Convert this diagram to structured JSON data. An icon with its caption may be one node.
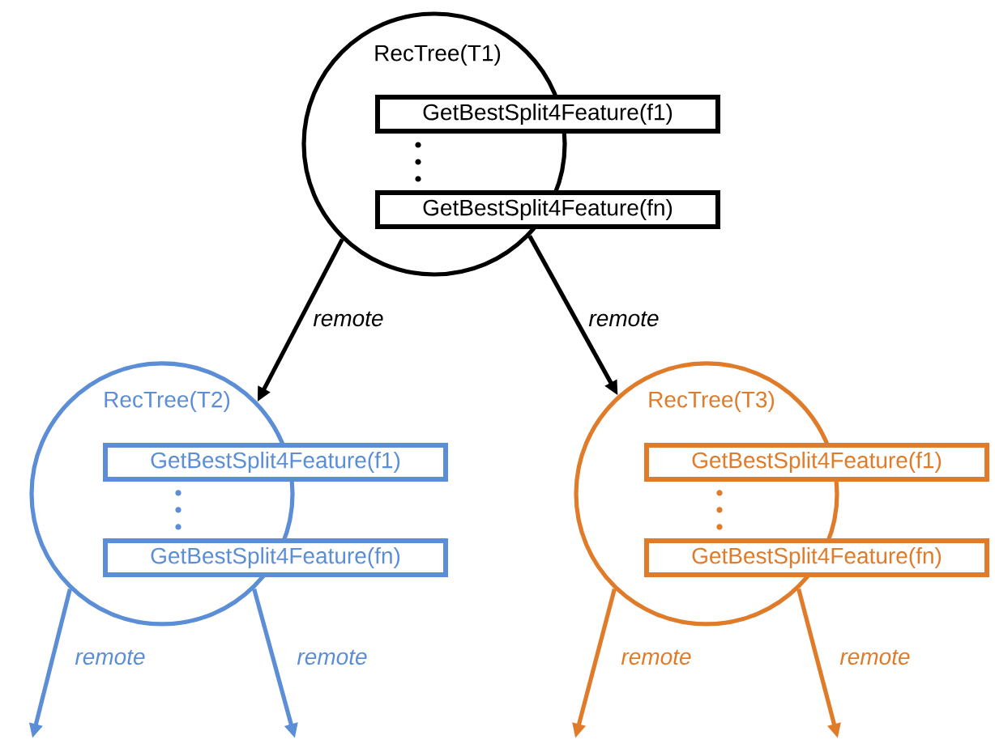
{
  "diagram": {
    "nodes": [
      {
        "text": [
          "RecTree(T1)"
        ]
      },
      {
        "text": [
          "GetBestSplit4Feature(f1)"
        ]
      },
      {
        "text": [
          "GetBestSplit4Feature(fn)"
        ]
      },
      {
        "text": [
          "RecTree(T2)"
        ]
      },
      {
        "text": [
          "GetBestSplit4Feature(f1)"
        ]
      },
      {
        "text": [
          "GetBestSplit4Feature(fn)"
        ]
      },
      {
        "text": [
          "RecTree(T3)"
        ]
      },
      {
        "text": [
          "GetBestSplit4Feature(f1)"
        ]
      },
      {
        "text": [
          "GetBestSplit4Feature(fn)"
        ]
      }
    ],
    "edges": [
      {
        "from": 0,
        "to": 3,
        "arrow": "to",
        "label": "remote",
        "color": "#000000"
      },
      {
        "from": 0,
        "to": 6,
        "arrow": "to",
        "label": "remote",
        "color": "#000000"
      },
      {
        "from": 3,
        "to": null,
        "arrow": "to",
        "label": "remote",
        "color": "#5b8ed6"
      },
      {
        "from": 3,
        "to": null,
        "arrow": "to",
        "label": "remote",
        "color": "#5b8ed6"
      },
      {
        "from": 6,
        "to": null,
        "arrow": "to",
        "label": "remote",
        "color": "#e07b2a"
      },
      {
        "from": 6,
        "to": null,
        "arrow": "to",
        "label": "remote",
        "color": "#e07b2a"
      }
    ]
  }
}
